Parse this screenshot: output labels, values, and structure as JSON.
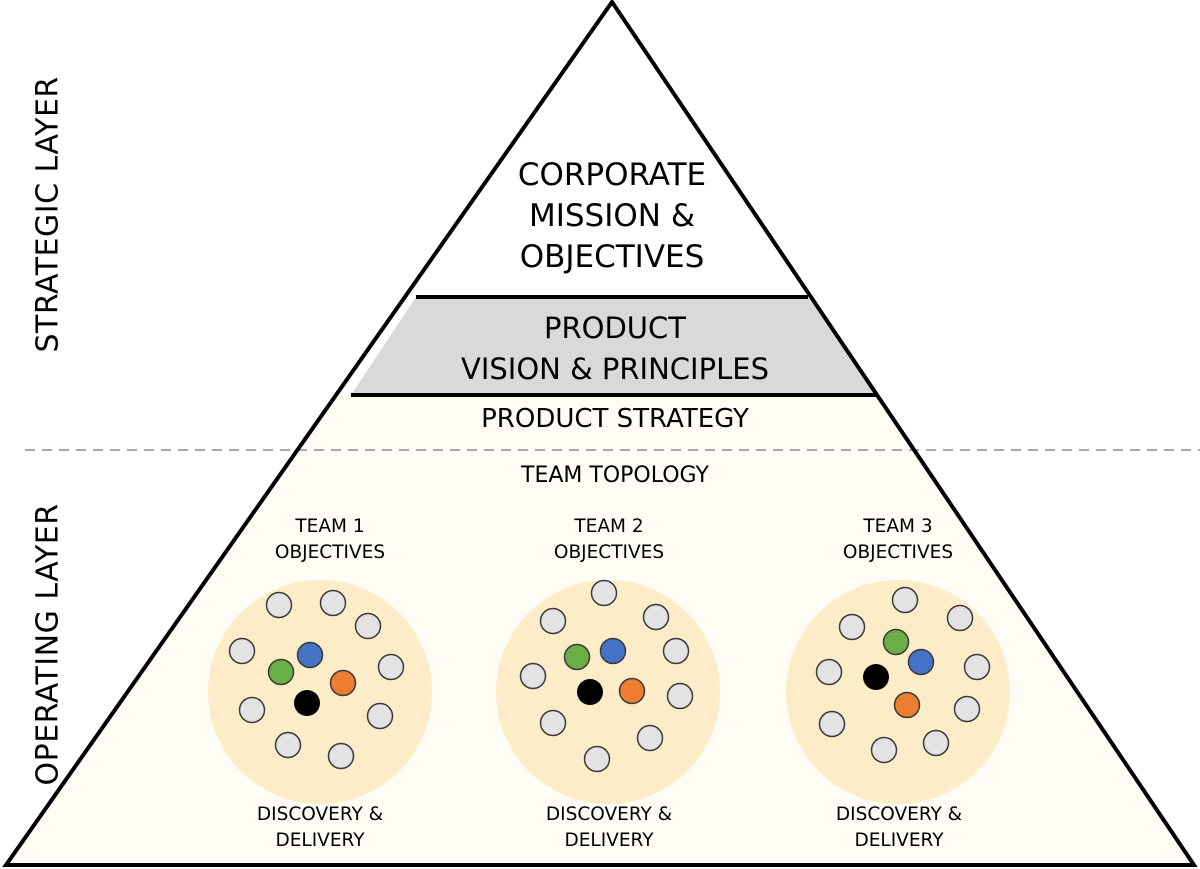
{
  "side_labels": {
    "strategic": "STRATEGIC LAYER",
    "operating": "OPERATING LAYER"
  },
  "tiers": {
    "corporate": [
      "CORPORATE",
      "MISSION &",
      "OBJECTIVES"
    ],
    "vision": [
      "PRODUCT",
      "VISION & PRINCIPLES"
    ],
    "strategy": "PRODUCT STRATEGY",
    "topology": "TEAM TOPOLOGY"
  },
  "teams": [
    {
      "title": [
        "TEAM 1",
        "OBJECTIVES"
      ],
      "footer": [
        "DISCOVERY &",
        "DELIVERY"
      ]
    },
    {
      "title": [
        "TEAM 2",
        "OBJECTIVES"
      ],
      "footer": [
        "DISCOVERY &",
        "DELIVERY"
      ]
    },
    {
      "title": [
        "TEAM 3",
        "OBJECTIVES"
      ],
      "footer": [
        "DISCOVERY &",
        "DELIVERY"
      ]
    }
  ],
  "colors": {
    "outline": "#000000",
    "vision_band": "#d9d9d9",
    "operating_fill": "#fffcf5",
    "team_circle": "#fcecc8",
    "member_dot": "#e3e3e3",
    "member_dot_stroke": "#3a3a3a",
    "divider": "#aaaaaa",
    "accent_green": "#6aaf45",
    "accent_blue": "#4472c4",
    "accent_orange": "#ed7d31",
    "accent_black": "#000000"
  }
}
